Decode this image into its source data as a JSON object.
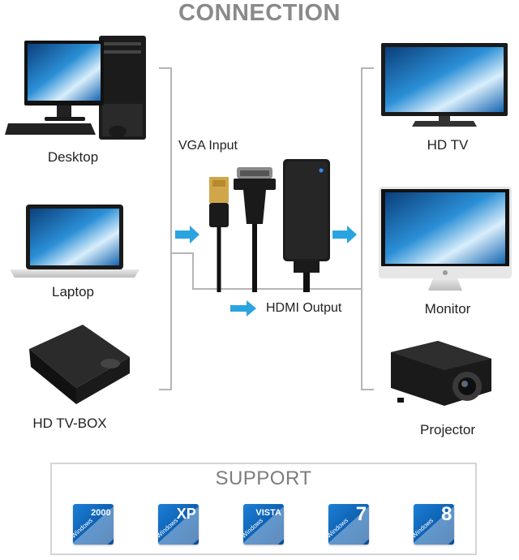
{
  "title": "CONNECTION",
  "sources": [
    {
      "label": "Desktop"
    },
    {
      "label": "Laptop"
    },
    {
      "label": "HD TV-BOX"
    }
  ],
  "destinations": [
    {
      "label": "HD TV"
    },
    {
      "label": "Monitor"
    },
    {
      "label": "Projector"
    }
  ],
  "flow": {
    "input_label": "VGA Input",
    "output_label": "HDMI Output"
  },
  "support": {
    "title": "SUPPORT",
    "systems": [
      {
        "name": "2000",
        "sub": "Windows"
      },
      {
        "name": "XP",
        "sub": "Windows"
      },
      {
        "name": "VISTA",
        "sub": "Windows"
      },
      {
        "name": "7",
        "sub": "Windows"
      },
      {
        "name": "8",
        "sub": "Windows"
      }
    ]
  },
  "colors": {
    "arrow": "#2aa4e0",
    "bracket": "#b5b5b5",
    "screen": "#1d7fcf",
    "device": "#1a1a1a",
    "tile": "#1270c8"
  }
}
